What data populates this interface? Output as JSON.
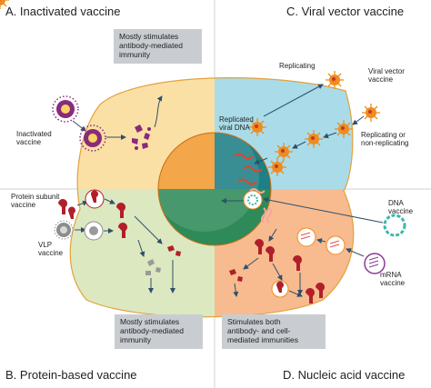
{
  "quadrants": {
    "a_title": "A. Inactivated vaccine",
    "b_title": "B. Protein-based vaccine",
    "c_title": "C. Viral vector vaccine",
    "d_title": "D. Nucleic acid vaccine"
  },
  "notes": {
    "top_left": [
      "Mostly stimulates",
      "antibody-mediated",
      "immunity"
    ],
    "bottom_left": [
      "Mostly stimulates",
      "antibody-mediated",
      "immunity"
    ],
    "bottom_right": [
      "Stimulates both",
      "antibody- and cell-",
      "mediated immunities"
    ]
  },
  "labels": {
    "inactivated_vaccine": [
      "Inactivated",
      "vaccine"
    ],
    "protein_subunit_vaccine": [
      "Protein subunit",
      "vaccine"
    ],
    "vlp_vaccine": [
      "VLP",
      "vaccine"
    ],
    "replicating": "Replicating",
    "viral_vector_vaccine": [
      "Viral vector",
      "vaccine"
    ],
    "replicated_viral_dna": [
      "Replicated",
      "viral DNA"
    ],
    "replicating_or_non": [
      "Replicating or",
      "non-replicating"
    ],
    "dna_vaccine": [
      "DNA",
      "vaccine"
    ],
    "mrna_vaccine": [
      "mRNA",
      "vaccine"
    ]
  },
  "colors": {
    "inactivated_quadrant": "#fbe0a6",
    "protein_quadrant": "#dce8c0",
    "viral_vector_quadrant": "#a9dce8",
    "nucleic_acid_quadrant": "#f7bb8f",
    "nucleus_orange": "#f29a32",
    "nucleus_green": "#2e8a58",
    "nucleus_teal": "#1e7f84",
    "virus_purple": "#8a2a7a",
    "viral_vector_orange": "#f08c1e",
    "protein_red": "#b0202a",
    "note_box": "#c9cdd2",
    "arrow": "#2f4f6a"
  }
}
